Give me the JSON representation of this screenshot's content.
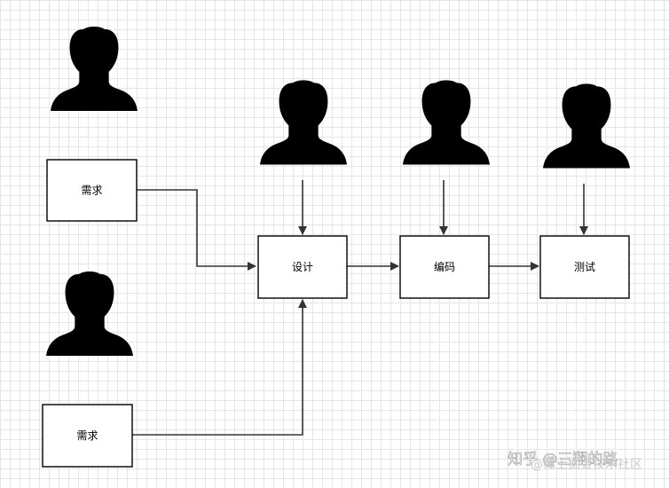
{
  "nodes": {
    "req1": "需求",
    "req2": "需求",
    "design": "设计",
    "code": "编码",
    "test": "测试"
  },
  "watermark": {
    "line1": "知乎 @三翔的路",
    "line2": "@稀土掘金技术社区"
  },
  "icons": {
    "person": "person-silhouette-icon"
  }
}
